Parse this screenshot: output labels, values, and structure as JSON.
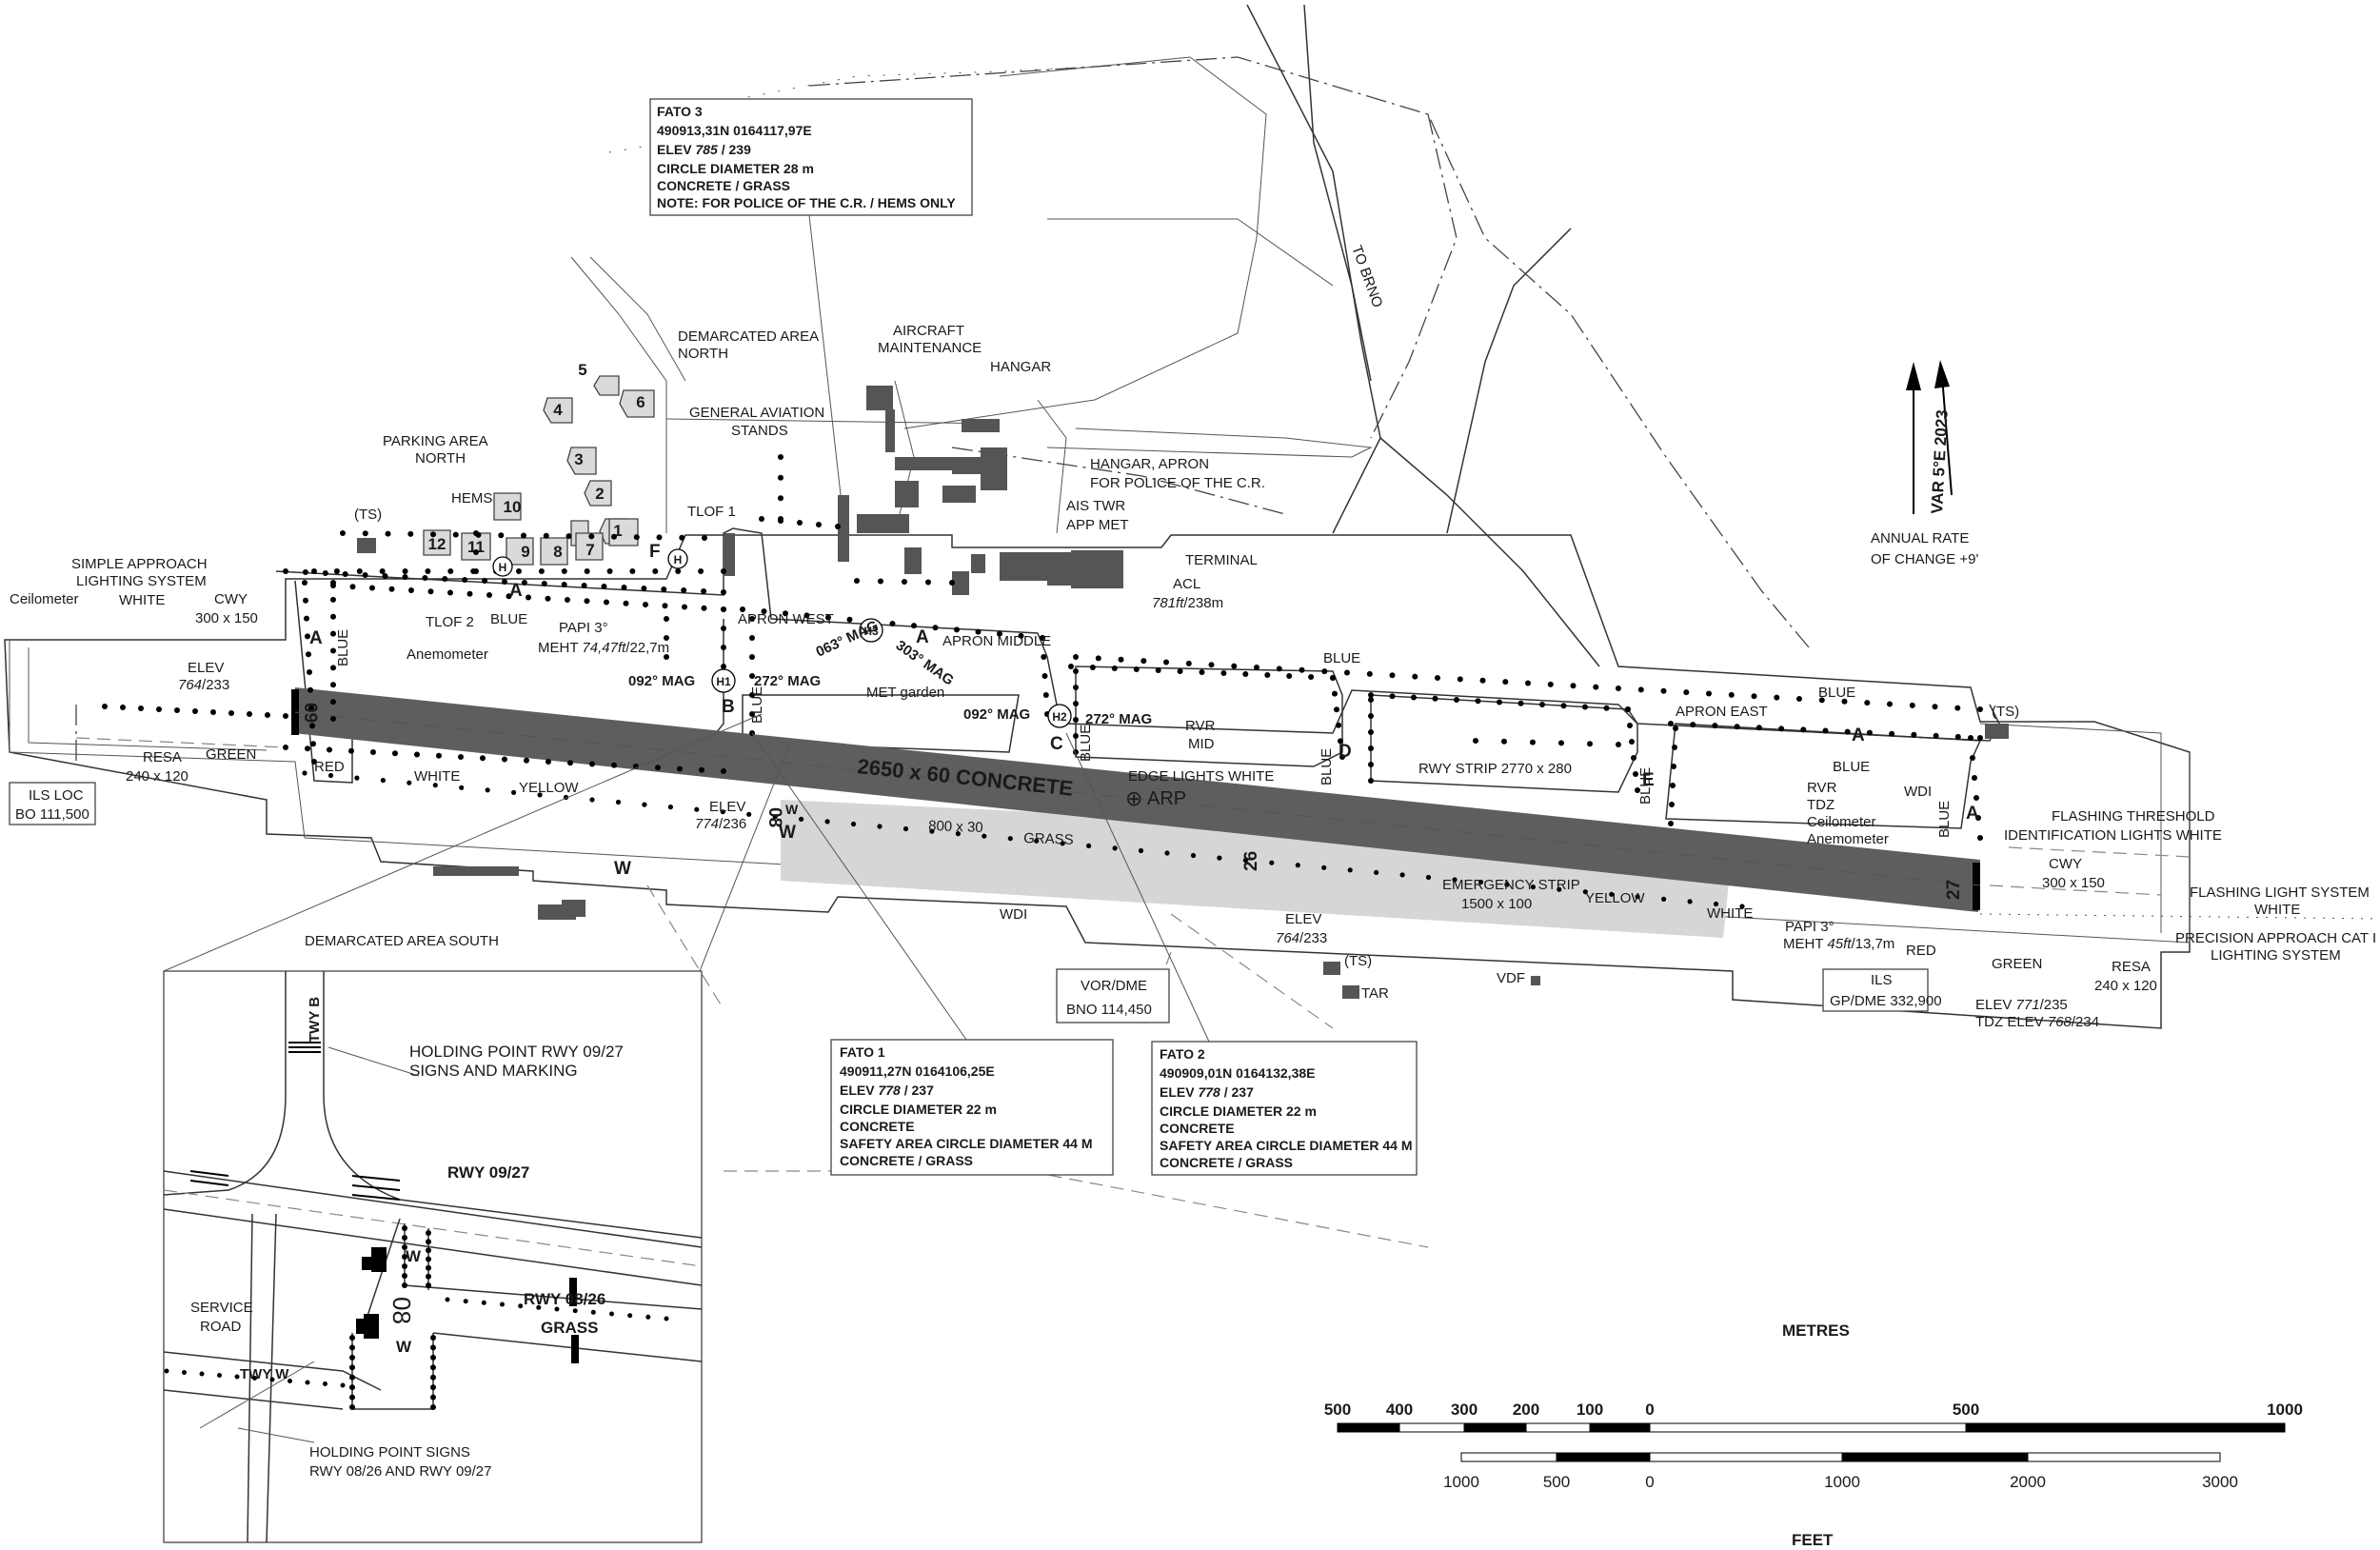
{
  "colors": {
    "runway": "#5e5e5e",
    "grass_runway": "#cfcfcf",
    "emergency_strip": "#d6d6d6",
    "building": "#555555",
    "lights": "#000000"
  },
  "fato3": {
    "title": "FATO 3",
    "coords": "490913,31N   0164117,97E",
    "elev_prefix": "ELEV ",
    "elev_ft": "785",
    "elev_m": " / 239",
    "circle": "CIRCLE DIAMETER 28 m",
    "surface": "CONCRETE / GRASS",
    "note": "NOTE: FOR POLICE OF THE C.R. / HEMS ONLY"
  },
  "fato1": {
    "title": "FATO 1",
    "coords": "490911,27N   0164106,25E",
    "elev_prefix": "ELEV ",
    "elev_ft": "778",
    "elev_m": " / 237",
    "circle": "CIRCLE DIAMETER 22 m",
    "surface": "CONCRETE",
    "safety": "SAFETY AREA CIRCLE DIAMETER 44 M",
    "safety_surface": "CONCRETE / GRASS"
  },
  "fato2": {
    "title": "FATO 2",
    "coords": "490909,01N   0164132,38E",
    "elev_prefix": "ELEV ",
    "elev_ft": "778",
    "elev_m": " / 237",
    "circle": "CIRCLE DIAMETER 22 m",
    "surface": "CONCRETE",
    "safety": "SAFETY AREA CIRCLE DIAMETER 44 M",
    "safety_surface": "CONCRETE / GRASS"
  },
  "labels": {
    "to_brno": "TO BRNO",
    "var": "VAR 5°E 2023",
    "annual_rate_1": "ANNUAL RATE",
    "annual_rate_2": "OF CHANGE +9'",
    "demarcated_north_1": "DEMARCATED AREA",
    "demarcated_north_2": "NORTH",
    "aircraft_maint_1": "AIRCRAFT",
    "aircraft_maint_2": "MAINTENANCE",
    "hangar": "HANGAR",
    "ga_stands_1": "GENERAL AVIATION",
    "ga_stands_2": "STANDS",
    "hangar_apron_1": "HANGAR, APRON",
    "hangar_apron_2": "FOR POLICE OF THE C.R.",
    "ais_twr": "AIS TWR",
    "app_met": "APP MET",
    "terminal": "TERMINAL",
    "acl": "ACL",
    "acl_elev_ft": "781ft",
    "acl_elev_m": "/238m",
    "parking_north_1": "PARKING AREA",
    "parking_north_2": "NORTH",
    "hems": "HEMS",
    "ts": "(TS)",
    "tlof1": "TLOF 1",
    "tlof2": "TLOF 2",
    "simple_approach_1": "SIMPLE APPROACH",
    "simple_approach_2": "LIGHTING SYSTEM",
    "simple_approach_3": "WHITE",
    "ceilometer": "Ceilometer",
    "cwy": "CWY",
    "cwy_dim": "300 x 150",
    "elev_prefix": "ELEV",
    "elev09_ft": "764",
    "elev09_m": "/233",
    "resa": "RESA",
    "resa_dim": "240 x 120",
    "ils_loc_1": "ILS LOC",
    "ils_loc_2": "BO 111,500",
    "green": "GREEN",
    "red": "RED",
    "white": "WHITE",
    "yellow": "YELLOW",
    "blue": "BLUE",
    "papi_w": "PAPI 3°",
    "meht_w_prefix": "MEHT ",
    "meht_w_ft": "74,47ft",
    "meht_w_m": "/22,7m",
    "anemometer": "Anemometer",
    "apron_west": "APRON WEST",
    "apron_middle": "APRON MIDDLE",
    "apron_east": "APRON EAST",
    "met_garden": "MET garden",
    "mag092": "092° MAG",
    "mag272": "272° MAG",
    "mag063": "063° MAG",
    "mag303": "303° MAG",
    "main_rwy": "2650 x 60 CONCRETE",
    "arp": "ARP",
    "grass_rwy_dim": "800 x 30",
    "grass": "GRASS",
    "rwy_strip": "RWY STRIP 2770 x 280",
    "edge_lights": "EDGE LIGHTS WHITE",
    "rvr_mid_1": "RVR",
    "rvr_mid_2": "MID",
    "rvr_tdz_1": "RVR",
    "rvr_tdz_2": "TDZ",
    "rvr_tdz_3": "Ceilometer",
    "rvr_tdz_4": "Anemometer",
    "wdi": "WDI",
    "elev_west_ft": "774",
    "elev_west_m": "/236",
    "elev_mid_ft": "764",
    "elev_mid_m": "/233",
    "emergency_strip_1": "EMERGENCY STRIP",
    "emergency_strip_2": "1500 x 100",
    "flashing_thr_1": "FLASHING THRESHOLD",
    "flashing_thr_2": "IDENTIFICATION LIGHTS WHITE",
    "flashing_sys_1": "FLASHING LIGHT SYSTEM",
    "flashing_sys_2": "WHITE",
    "precision_1": "PRECISION APPROACH CAT I",
    "precision_2": "LIGHTING SYSTEM",
    "papi_e": "PAPI 3°",
    "meht_e_prefix": "MEHT ",
    "meht_e_ft": "45ft",
    "meht_e_m": "/13,7m",
    "elev27_ft": "771",
    "elev27_m": "/235",
    "tdz_prefix": "TDZ ELEV ",
    "tdz_ft": "768",
    "tdz_m": "/234",
    "ils_gp_1": "ILS",
    "ils_gp_2": "GP/DME 332,900",
    "vor_1": "VOR/DME",
    "vor_2": "BNO 114,450",
    "tar": "TAR",
    "vdf": "VDF",
    "demarcated_south": "DEMARCATED AREA SOUTH",
    "twy_a": "A",
    "twy_b": "B",
    "twy_c": "C",
    "twy_d": "D",
    "twy_e": "E",
    "twy_f": "F",
    "twy_w": "W",
    "rwy09": "09",
    "rwy27": "27",
    "rwy08": "08",
    "rwy26": "26",
    "h": "H",
    "h1": "H1",
    "h2": "H2",
    "h3": "H3"
  },
  "stands": [
    "1",
    "2",
    "3",
    "4",
    "5",
    "6",
    "7",
    "8",
    "9",
    "10",
    "11",
    "12"
  ],
  "inset": {
    "twy_b": "TWY B",
    "holding_1": "HOLDING POINT RWY 09/27",
    "holding_2": "SIGNS AND MARKING",
    "rwy0927": "RWY 09/27",
    "rwy0826_1": "RWY 08/26",
    "rwy0826_2": "GRASS",
    "service_1": "SERVICE",
    "service_2": "ROAD",
    "twy_w": "TWY W",
    "w": "W",
    "rwy08": "08",
    "signs_1": "HOLDING POINT SIGNS",
    "signs_2": "RWY 08/26 AND RWY 09/27"
  },
  "scale": {
    "metres_title": "METRES",
    "feet_title": "FEET",
    "metres_ticks": [
      "500",
      "400",
      "300",
      "200",
      "100",
      "0",
      "500",
      "1000"
    ],
    "feet_ticks": [
      "1000",
      "500",
      "0",
      "1000",
      "2000",
      "3000"
    ]
  }
}
